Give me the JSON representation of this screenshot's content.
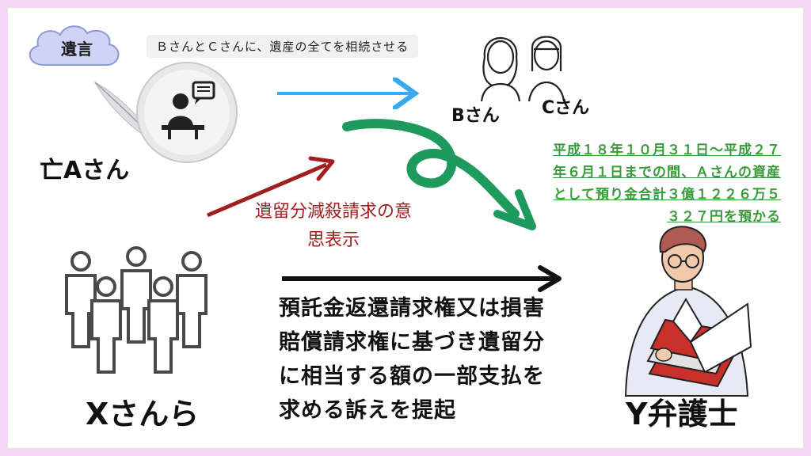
{
  "will_bubble": "遺言",
  "will_text": "ＢさんとＣさんに、遺産の全てを相続させる",
  "deceased_label": "亡Aさん",
  "b_label": "Bさん",
  "c_label": "Cさん",
  "deposit_note": "平成１８年１０月３１日～平成２７年６月１日までの間、Ａさんの資産として預り金合計３億１２２６万５３２７円を預かる",
  "claim_intent": "遺留分減殺請求の意思表示",
  "lawsuit_text": "預託金返還請求権又は損害賠償請求権に基づき遺留分に相当する額の一部支払を求める訴えを提起",
  "plaintiffs_label": "Xさんら",
  "defendant_label": "Y弁護士",
  "colors": {
    "background_border": "#f4d7f3",
    "blue_arrow": "#3aaaf0",
    "green_arrow": "#1f9a5e",
    "red_arrow": "#a11e1e",
    "black_arrow": "#111111",
    "green_text": "#3a9b3a"
  },
  "icons": [
    "cloud-icon",
    "feather-icon",
    "speaker-at-desk-icon",
    "two-women-icon",
    "group-of-people-icon",
    "lawyer-reading-book-icon"
  ]
}
